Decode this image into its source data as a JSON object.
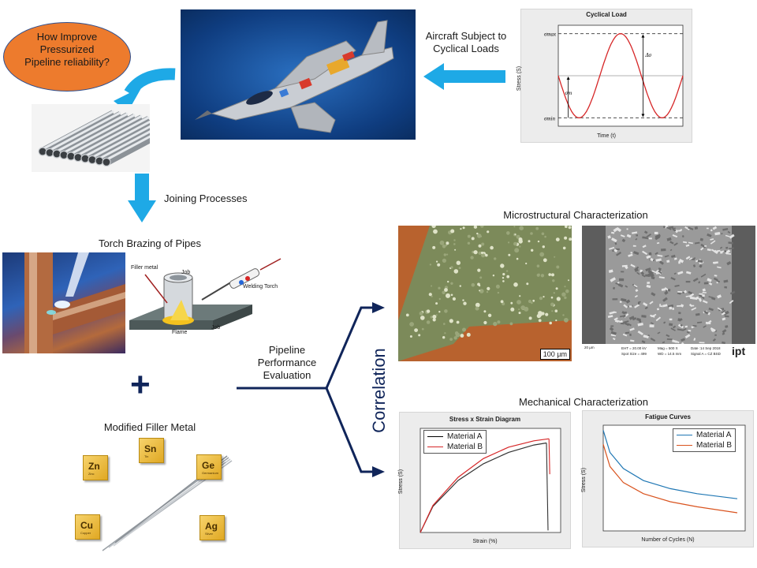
{
  "question_bubble": "How Improve Pressurized Pipeline reliability?",
  "aircraft_label": "Aircraft Subject to Cyclical Loads",
  "joining_label": "Joining Processes",
  "torch_title": "Torch Brazing of Pipes",
  "brazing_diagram": {
    "filler": "Filler metal",
    "job_top": "Job",
    "torch": "Welding Torch",
    "flame": "Flame",
    "job_bottom": "Job"
  },
  "plus": "+",
  "filler_title": "Modified Filler Metal",
  "elements": [
    {
      "symbol": "Sn",
      "name": "Tin"
    },
    {
      "symbol": "Zn",
      "name": "Zinc"
    },
    {
      "symbol": "Ge",
      "name": "Germanium"
    },
    {
      "symbol": "Cu",
      "name": "Copper"
    },
    {
      "symbol": "Ag",
      "name": "Silver"
    }
  ],
  "pipeline_label": "Pipeline Performance Evaluation",
  "correlation": "Correlation",
  "micro_title": "Microstructural Characterization",
  "micro_scale": "100 µm",
  "sem": {
    "logo": "ipt",
    "scale": "20 µm",
    "info1": "EHT = 20.00 kV",
    "info2": "Spot Size = 499",
    "info3": "Mag = 500 X",
    "info4": "WD = 14.5 mm",
    "info5": "Date :14 Sep 2018",
    "info6": "Signal A = CZ BSD"
  },
  "mech_title": "Mechanical Characterization",
  "colors": {
    "accent_blue": "#1ea9e6",
    "navy": "#10255a",
    "orange_bubble": "#ed7b2d",
    "red_curve": "#d62728",
    "blue_curve": "#1f77b4"
  },
  "chart_data": [
    {
      "type": "line",
      "title": "Cyclical Load",
      "xlabel": "Time (t)",
      "ylabel": "Stress (S)",
      "annotations": [
        "σmax",
        "σmin",
        "σm",
        "Δσ"
      ],
      "series": [
        {
          "x": [
            0,
            0.25,
            0.5,
            0.75,
            1,
            1.25,
            1.5
          ],
          "values": [
            0,
            -1,
            0,
            1,
            0,
            -1,
            0
          ]
        }
      ],
      "ylim": [
        -1.2,
        1.2
      ],
      "grid": false
    },
    {
      "type": "line",
      "title": "Stress x Strain Diagram",
      "xlabel": "Strain (%)",
      "ylabel": "Stress (S)",
      "legend": "top-left",
      "series": [
        {
          "name": "Material A",
          "x": [
            0,
            0.1,
            0.3,
            0.5,
            0.7,
            0.9,
            1.0
          ],
          "values": [
            0,
            0.25,
            0.5,
            0.66,
            0.77,
            0.84,
            0.86
          ]
        },
        {
          "name": "Material B",
          "x": [
            0,
            0.1,
            0.3,
            0.5,
            0.7,
            0.9,
            1.02
          ],
          "values": [
            0,
            0.26,
            0.53,
            0.71,
            0.82,
            0.88,
            0.9
          ]
        }
      ]
    },
    {
      "type": "line",
      "title": "Fatigue Curves",
      "xlabel": "Number of Cycles (N)",
      "ylabel": "Stress (S)",
      "legend": "top-right",
      "series": [
        {
          "name": "Material A",
          "x": [
            0,
            0.05,
            0.15,
            0.3,
            0.5,
            0.7,
            1.0
          ],
          "values": [
            1.0,
            0.78,
            0.62,
            0.5,
            0.42,
            0.37,
            0.32
          ]
        },
        {
          "name": "Material B",
          "x": [
            0,
            0.05,
            0.15,
            0.3,
            0.5,
            0.7,
            1.0
          ],
          "values": [
            0.86,
            0.64,
            0.48,
            0.37,
            0.29,
            0.24,
            0.18
          ]
        }
      ]
    }
  ]
}
